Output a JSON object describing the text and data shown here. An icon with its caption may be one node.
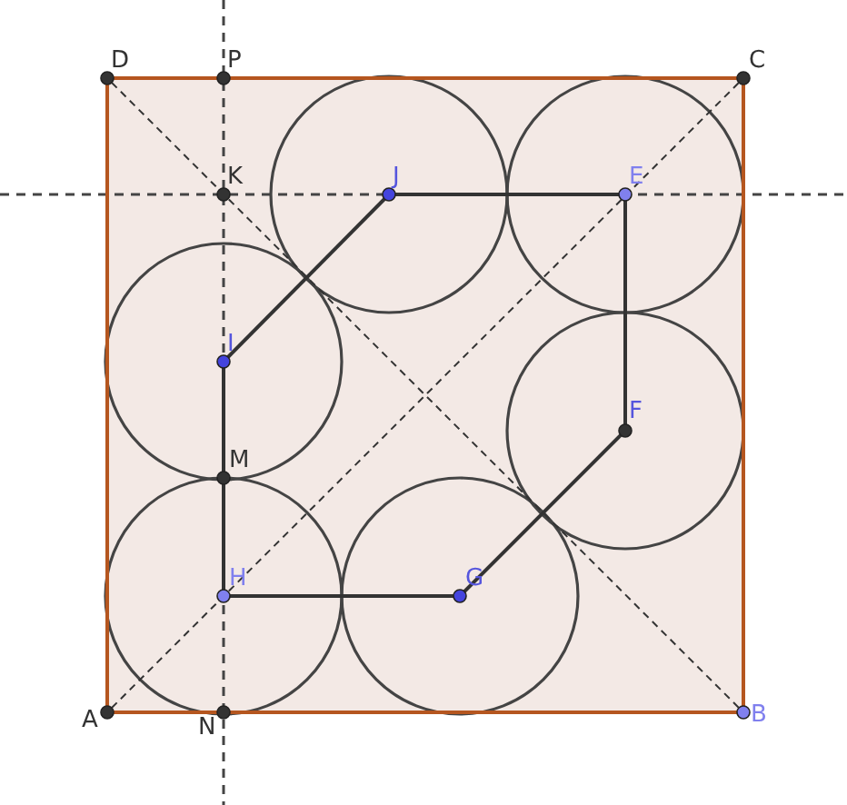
{
  "diagram": {
    "nodes": [
      {
        "text": [
          "D"
        ]
      },
      {
        "text": [
          "P"
        ]
      },
      {
        "text": [
          "C"
        ]
      },
      {
        "text": [
          "K"
        ]
      },
      {
        "text": [
          "J"
        ]
      },
      {
        "text": [
          "E"
        ]
      },
      {
        "text": [
          "I"
        ]
      },
      {
        "text": [
          "F"
        ]
      },
      {
        "text": [
          "M"
        ]
      },
      {
        "text": [
          "H"
        ]
      },
      {
        "text": [
          "G"
        ]
      },
      {
        "text": [
          "A"
        ]
      },
      {
        "text": [
          "N"
        ]
      },
      {
        "text": [
          "B"
        ]
      }
    ],
    "edges": [
      {
        "from": 11,
        "to": 13,
        "arrow": "none",
        "color": "#b5561f"
      },
      {
        "from": 13,
        "to": 2,
        "arrow": "none",
        "color": "#b5561f"
      },
      {
        "from": 2,
        "to": 0,
        "arrow": "none",
        "color": "#b5561f"
      },
      {
        "from": 0,
        "to": 11,
        "arrow": "none",
        "color": "#b5561f"
      },
      {
        "from": 11,
        "to": 2,
        "arrow": "none",
        "style": "dashed"
      },
      {
        "from": 0,
        "to": 13,
        "arrow": "none",
        "style": "dashed"
      },
      {
        "from": 9,
        "to": 10,
        "arrow": "none"
      },
      {
        "from": 10,
        "to": 7,
        "arrow": "none"
      },
      {
        "from": 7,
        "to": 5,
        "arrow": "none"
      },
      {
        "from": 5,
        "to": 4,
        "arrow": "none"
      },
      {
        "from": 4,
        "to": 6,
        "arrow": "none"
      },
      {
        "from": 6,
        "to": 8,
        "arrow": "none"
      },
      {
        "from": 8,
        "to": 9,
        "arrow": "none"
      }
    ]
  }
}
